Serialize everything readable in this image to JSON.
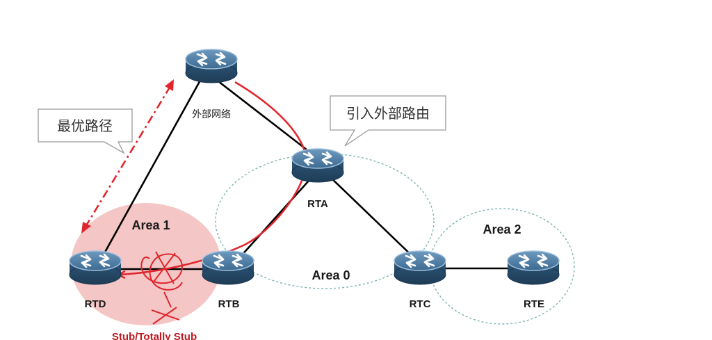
{
  "diagram": {
    "areas": [
      {
        "id": "area1",
        "label": "Area 1"
      },
      {
        "id": "area0",
        "label": "Area 0"
      },
      {
        "id": "area2",
        "label": "Area 2"
      }
    ],
    "nodes": [
      {
        "id": "ext",
        "label": "外部网络"
      },
      {
        "id": "rta",
        "label": "RTA"
      },
      {
        "id": "rtb",
        "label": "RTB"
      },
      {
        "id": "rtc",
        "label": "RTC"
      },
      {
        "id": "rtd",
        "label": "RTD"
      },
      {
        "id": "rte",
        "label": "RTE"
      }
    ],
    "links": [
      [
        "ext",
        "rta"
      ],
      [
        "ext",
        "rtd"
      ],
      [
        "rta",
        "rtb"
      ],
      [
        "rta",
        "rtc"
      ],
      [
        "rtd",
        "rtb"
      ],
      [
        "rtc",
        "rte"
      ]
    ],
    "callouts": {
      "best_path": "最优路径",
      "import_routes": "引入外部路由"
    },
    "stub_label": "Stub/Totally Stub",
    "colors": {
      "router": "#3f6d93",
      "link": "#000000",
      "route_path": "#e0262c",
      "area1_fill": "#f4c3c3",
      "area_dash": "#7fb3b3"
    }
  }
}
